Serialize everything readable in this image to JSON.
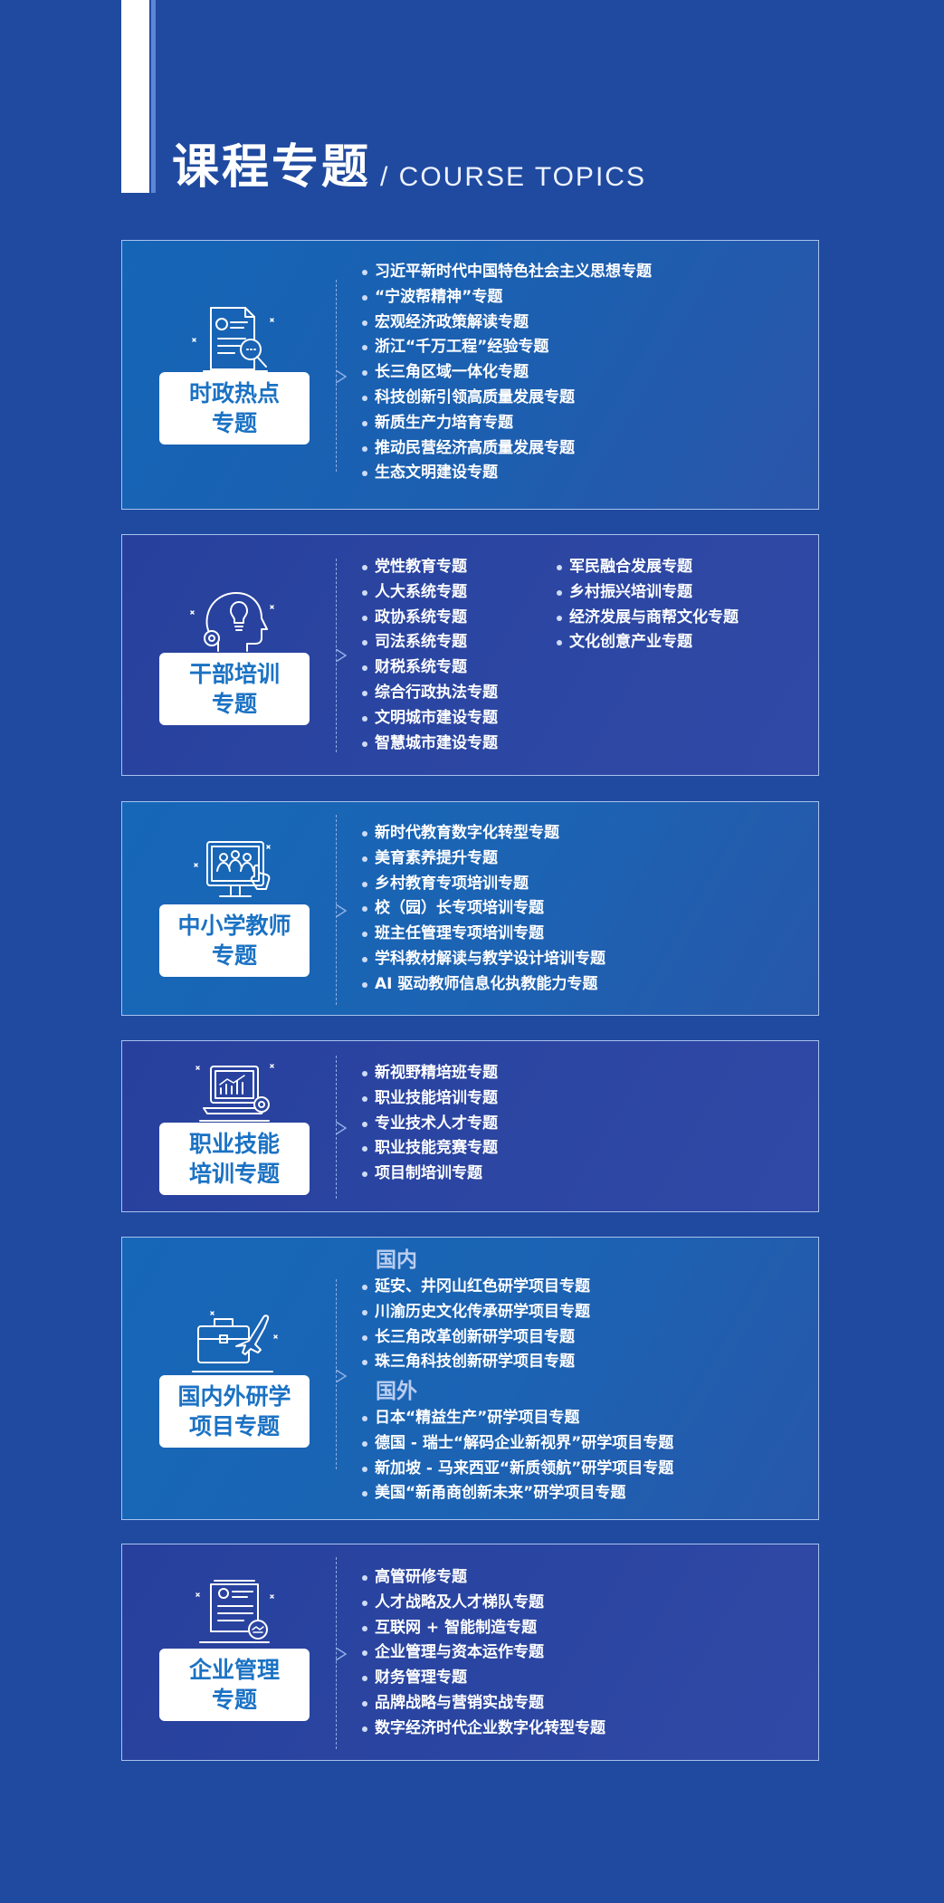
{
  "header": {
    "title_zh": "课程专题",
    "title_en": "/ COURSE TOPICS"
  },
  "sections": [
    {
      "label_line1": "时政热点",
      "label_line2": "专题",
      "icon": "document-search-icon",
      "items": [
        "习近平新时代中国特色社会主义思想专题",
        "“宁波帮精神”专题",
        "宏观经济政策解读专题",
        "浙江“千万工程”经验专题",
        "长三角区域一体化专题",
        "科技创新引领高质量发展专题",
        "新质生产力培育专题",
        "推动民营经济高质量发展专题",
        "生态文明建设专题"
      ]
    },
    {
      "label_line1": "干部培训",
      "label_line2": "专题",
      "icon": "lightbulb-head-icon",
      "items": [
        "党性教育专题",
        "人大系统专题",
        "政协系统专题",
        "司法系统专题",
        "财税系统专题",
        "综合行政执法专题",
        "文明城市建设专题",
        "智慧城市建设专题"
      ],
      "items2": [
        "军民融合发展专题",
        "乡村振兴培训专题",
        "经济发展与商帮文化专题",
        "文化创意产业专题"
      ]
    },
    {
      "label_line1": "中小学教师",
      "label_line2": "专题",
      "icon": "online-classroom-icon",
      "items": [
        "新时代教育数字化转型专题",
        "美育素养提升专题",
        "乡村教育专项培训专题",
        "校（园）长专项培训专题",
        "班主任管理专项培训专题",
        "学科教材解读与教学设计培训专题",
        "AI 驱动教师信息化执教能力专题"
      ]
    },
    {
      "label_line1": "职业技能",
      "label_line2": "培训专题",
      "icon": "laptop-chart-icon",
      "items": [
        "新视野精培班专题",
        "职业技能培训专题",
        "专业技术人才专题",
        "职业技能竞赛专题",
        "项目制培训专题"
      ]
    },
    {
      "label_line1": "国内外研学",
      "label_line2": "项目专题",
      "icon": "briefcase-airplane-icon",
      "domestic_heading": "国内",
      "domestic_items": [
        "延安、井冈山红色研学项目专题",
        "川渝历史文化传承研学项目专题",
        "长三角改革创新研学项目专题",
        "珠三角科技创新研学项目专题"
      ],
      "abroad_heading": "国外",
      "abroad_items": [
        "日本“精益生产”研学项目专题",
        "德国 - 瑞士“解码企业新视界”研学项目专题",
        "新加坡 - 马来西亚“新质领航”研学项目专题",
        "美国“新甬商创新未来”研学项目专题"
      ]
    },
    {
      "label_line1": "企业管理",
      "label_line2": "专题",
      "icon": "management-document-icon",
      "items": [
        "高管研修专题",
        "人才战略及人才梯队专题",
        "互联网 + 智能制造专题",
        "企业管理与资本运作专题",
        "财务管理专题",
        "品牌战略与营销实战专题",
        "数字经济时代企业数字化转型专题"
      ]
    }
  ]
}
